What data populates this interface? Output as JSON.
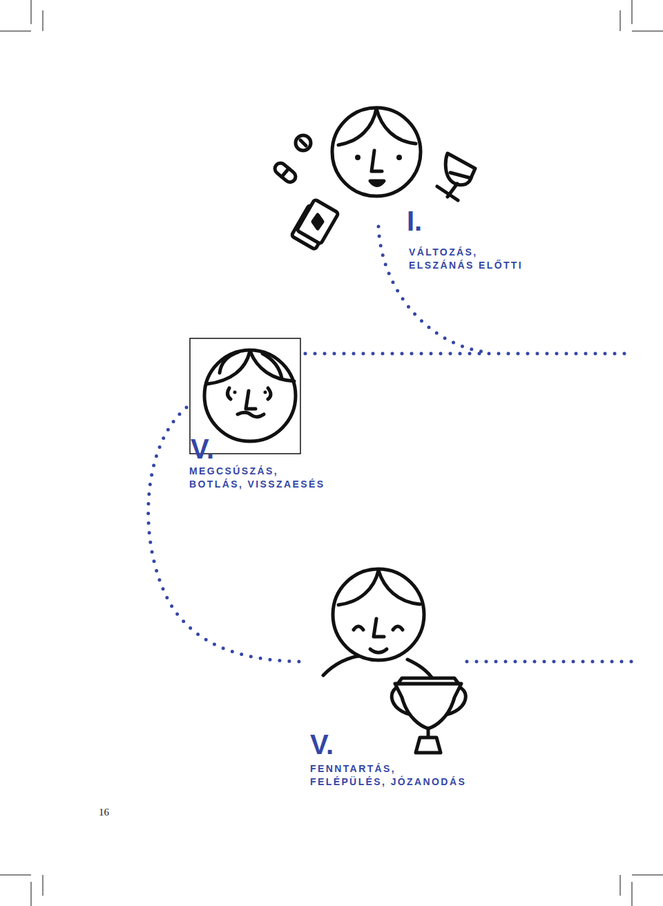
{
  "diagram": {
    "labels": [
      "I.",
      "VÁLTOZÁS, ELSZÁNÁS ELŐTTI",
      "V.",
      "MEGCSÚSZÁS, BOTLÁS, VISSZAESÉS",
      "V.",
      "FENNTARTÁS, FELÉPÜLÉS, JÓZANODÁS",
      "16"
    ]
  }
}
